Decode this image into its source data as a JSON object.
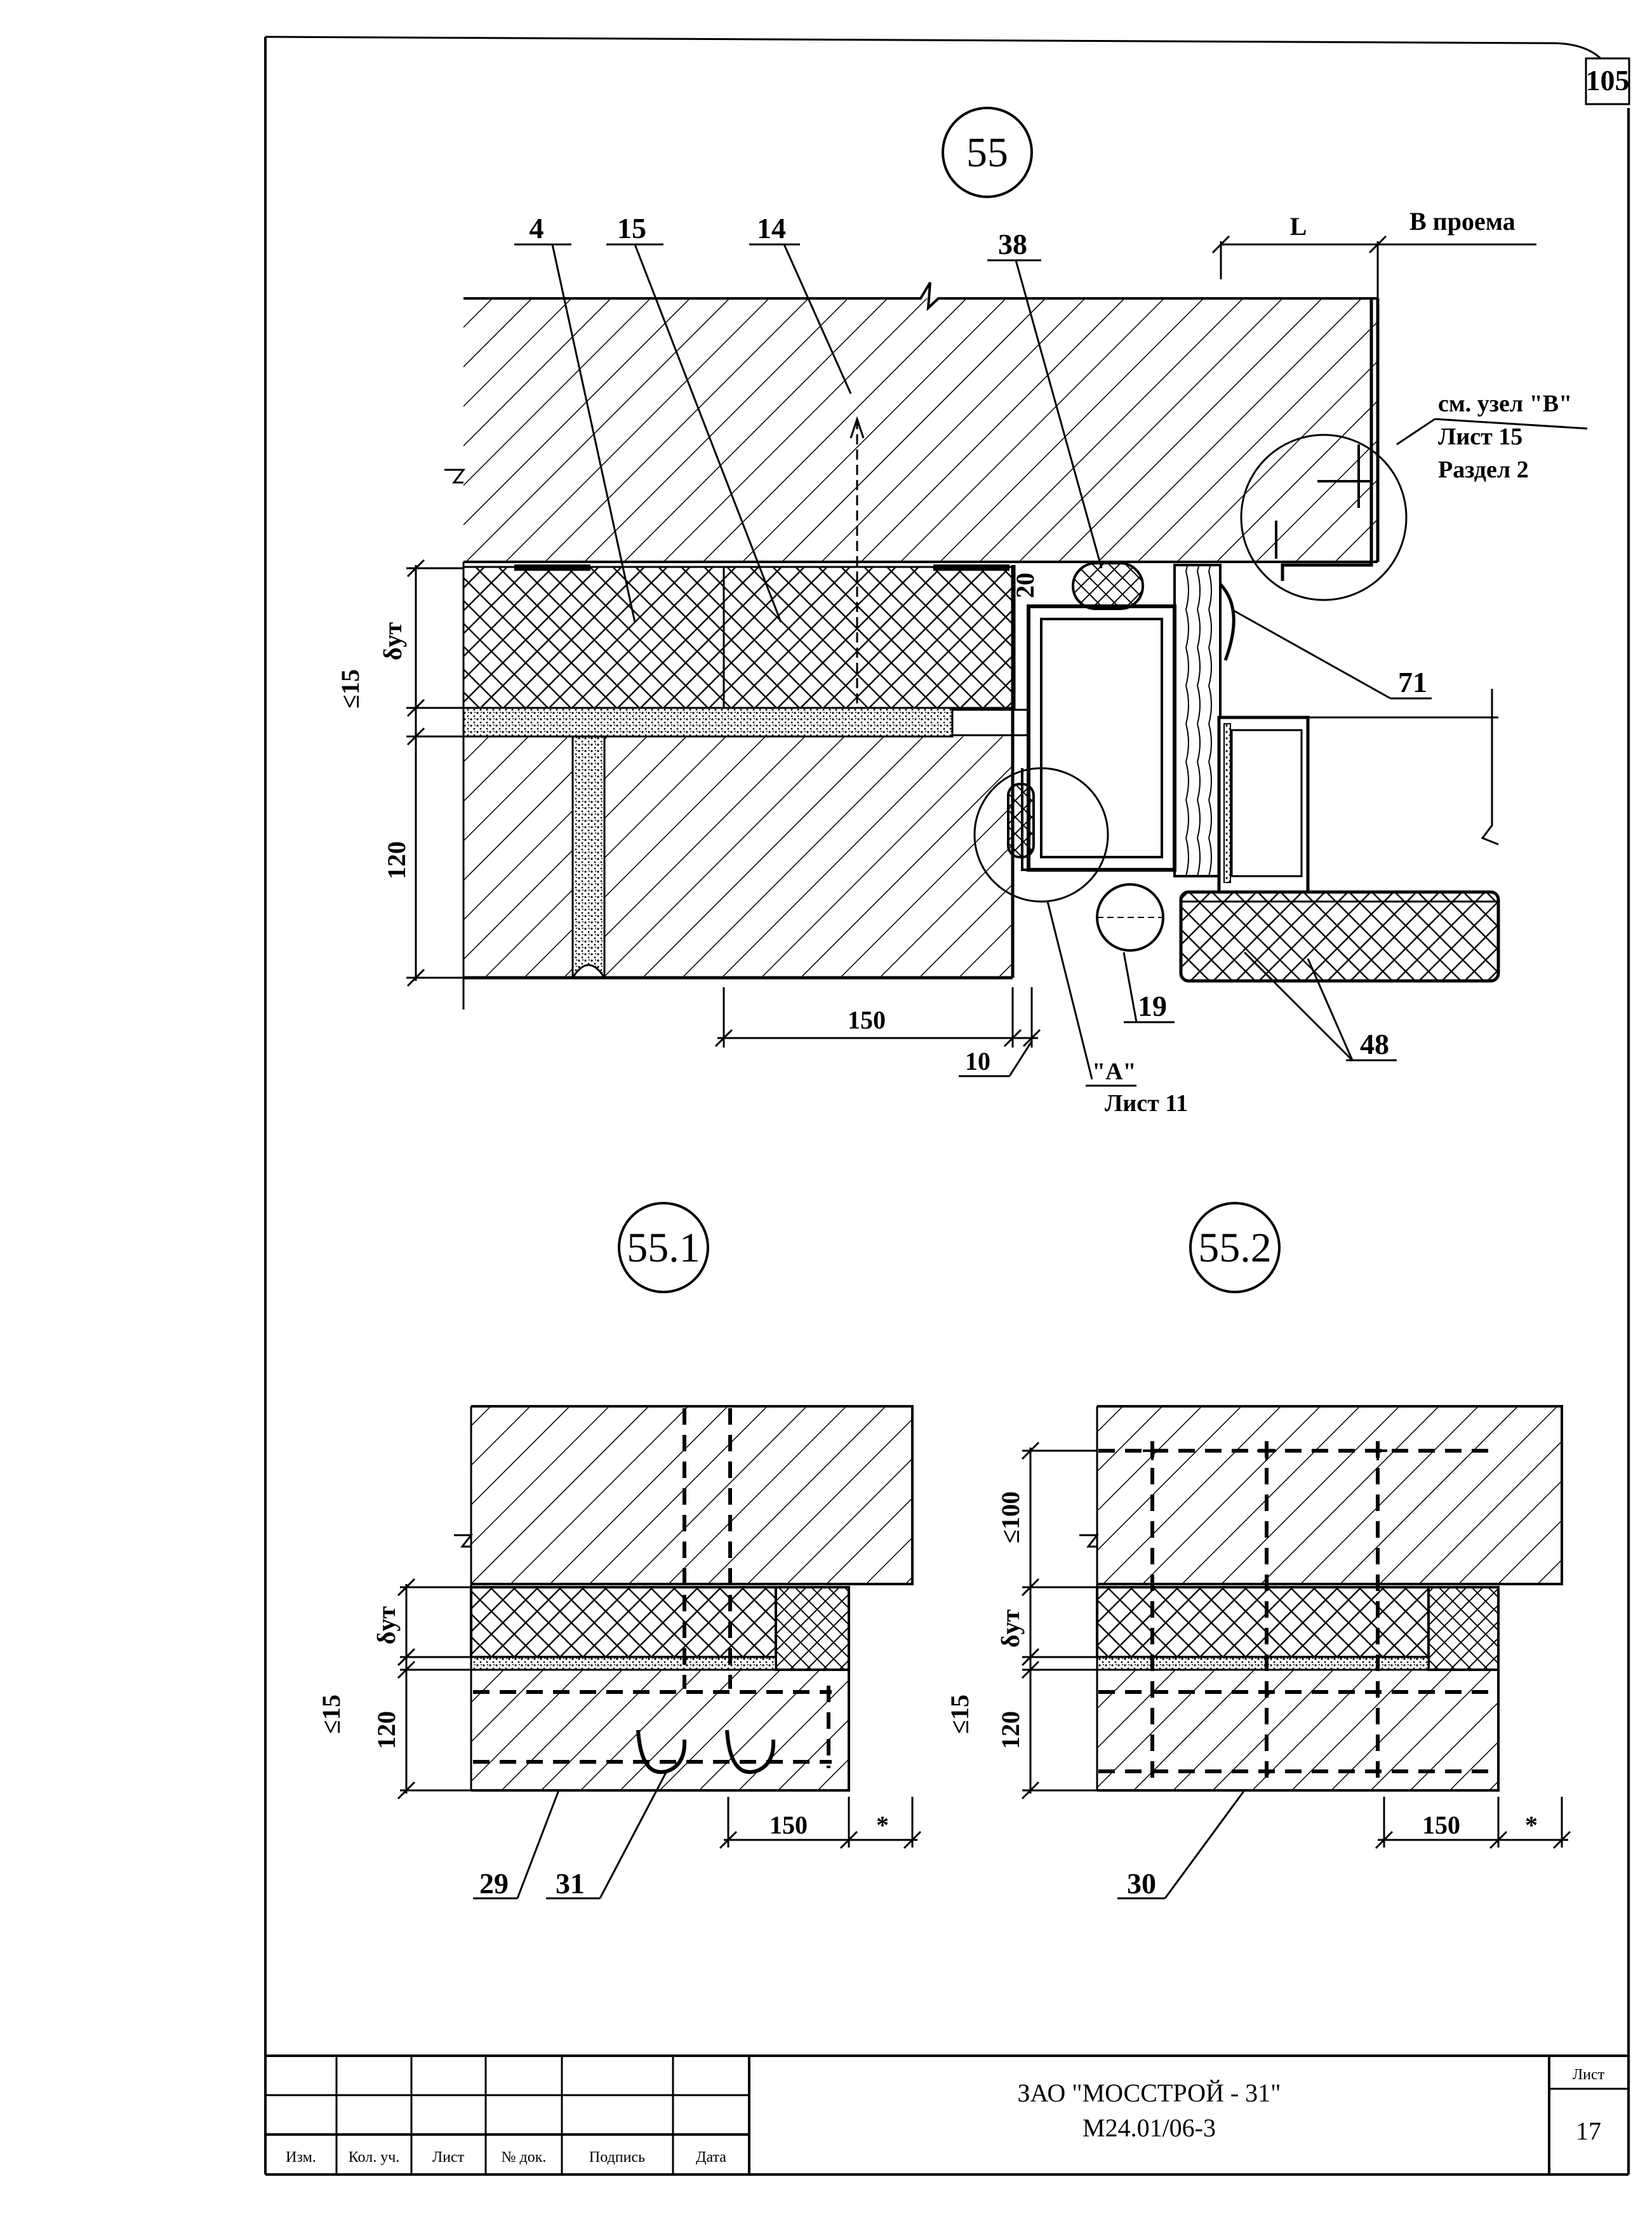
{
  "sheet_number": "105",
  "details": {
    "d55": {
      "id": "55",
      "dims": {
        "L": "L",
        "opening": "В проема",
        "d20": "20",
        "d120": "120",
        "d150": "150",
        "d10": "10",
        "le15": "≤15",
        "delta": "δут"
      },
      "callouts": [
        "4",
        "15",
        "14",
        "38",
        "71",
        "19",
        "48"
      ],
      "ref_b": [
        "см. узел \"В\"",
        "Лист 15",
        "Раздел 2"
      ],
      "ref_a": [
        "\"А\"",
        "Лист 11"
      ]
    },
    "d551": {
      "id": "55.1",
      "dims": {
        "delta": "δут",
        "le15": "≤15",
        "d120": "120",
        "d150": "150",
        "star": "*"
      },
      "callouts": [
        "29",
        "31"
      ]
    },
    "d552": {
      "id": "55.2",
      "dims": {
        "le100": "≤100",
        "delta": "δут",
        "le15": "≤15",
        "d120": "120",
        "d150": "150",
        "star": "*"
      },
      "callouts": [
        "30"
      ]
    }
  },
  "title_block": {
    "headers": [
      "Изм.",
      "Кол. уч.",
      "Лист",
      "№ док.",
      "Подпись",
      "Дата"
    ],
    "org": "ЗАО \"МОССТРОЙ - 31\"",
    "code": "М24.01/06-3",
    "sheet_label": "Лист",
    "sheet_no": "17"
  }
}
